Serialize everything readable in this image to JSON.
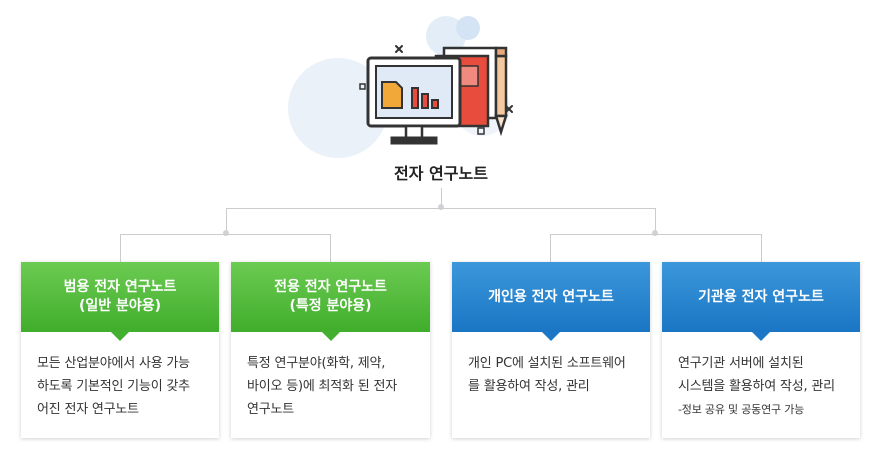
{
  "title": "전자 연구노트",
  "cards": [
    {
      "head1": "범용 전자 연구노트",
      "head2": "(일반 분야용)",
      "lines": [
        "모든 산업분야에서 사용 가능",
        "하도록 기본적인 기능이 갖추",
        "어진 전자 연구노트"
      ],
      "small": ""
    },
    {
      "head1": "전용 전자 연구노트",
      "head2": "(특정 분야용)",
      "lines": [
        "특정 연구분야(화학, 제약,",
        "바이오 등)에 최적화 된 전자",
        "연구노트"
      ],
      "small": ""
    },
    {
      "head1": "개인용 전자 연구노트",
      "head2": "",
      "lines": [
        "개인 PC에 설치된 소프트웨어",
        "를 활용하여 작성, 관리"
      ],
      "small": ""
    },
    {
      "head1": "기관용 전자 연구노트",
      "head2": "",
      "lines": [
        "연구기관 서버에 설치된",
        "시스템을 활용하여 작성, 관리"
      ],
      "small": "-정보 공유 및 공동연구 가능"
    }
  ],
  "colors": {
    "green": "#4cb735",
    "blue": "#2182cf",
    "connector": "#cccccc"
  },
  "icons": [
    "monitor-icon",
    "document-icon",
    "pencil-icon",
    "chart-icon"
  ]
}
